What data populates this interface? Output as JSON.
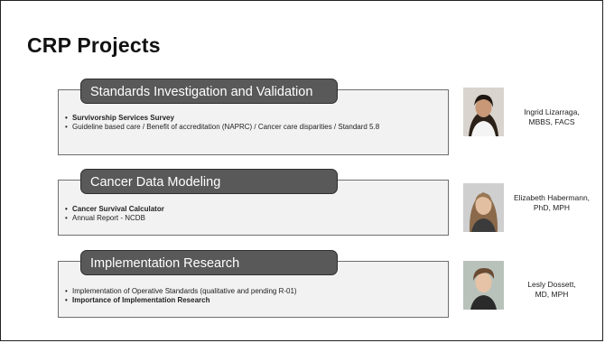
{
  "slide": {
    "title": "CRP Projects",
    "projects": [
      {
        "header": "Standards Investigation and Validation",
        "bullets": [
          {
            "text": "Survivorship Services Survey",
            "bold": true
          },
          {
            "text": "Guideline based care / Benefit of accreditation (NAPRC) / Cancer care disparities / Standard 5.8",
            "bold": false
          }
        ],
        "person": {
          "name_line1": "Ingrid Lizarraga,",
          "name_line2": "MBBS, FACS"
        }
      },
      {
        "header": "Cancer Data Modeling",
        "bullets": [
          {
            "text": "Cancer Survival Calculator",
            "bold": true
          },
          {
            "text": "Annual Report - NCDB",
            "bold": false
          }
        ],
        "person": {
          "name_line1": "Elizabeth Habermann,",
          "name_line2": "PhD, MPH"
        }
      },
      {
        "header": "Implementation Research",
        "bullets": [
          {
            "text": "Implementation of Operative Standards (qualitative and pending R-01)",
            "bold": false
          },
          {
            "text": "Importance of Implementation Research",
            "bold": true
          }
        ],
        "person": {
          "name_line1": "Lesly Dossett,",
          "name_line2": "MD, MPH"
        }
      }
    ]
  }
}
